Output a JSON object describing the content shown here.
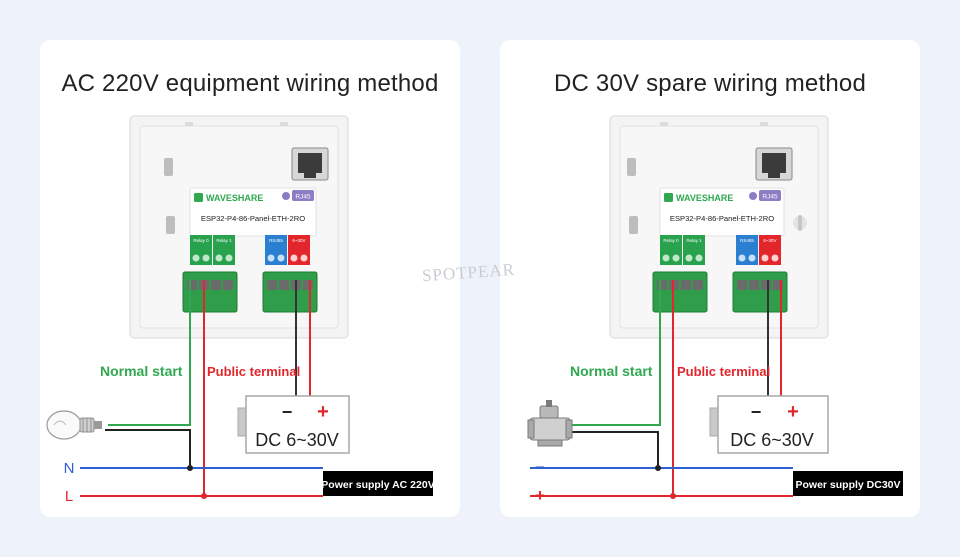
{
  "watermark": "SPOTPEAR",
  "left": {
    "title": "AC 220V equipment wiring method",
    "brand": "WAVESHARE",
    "port_badge": "RJ45",
    "model": "ESP32-P4-86-Panel-ETH-2RO",
    "relay0": "Relay 0",
    "relay1": "Relay 1",
    "rs485": "RS485",
    "power_in": "6~30V",
    "normal_label": "Normal start",
    "public_label": "Public terminal",
    "psu_minus": "−",
    "psu_plus": "+",
    "psu_text": "DC 6~30V",
    "line_n": "N",
    "line_l": "L",
    "supply_label": "Power supply AC 220V",
    "colors": {
      "green_wire": "#2fa84f",
      "red_wire": "#e1262c",
      "blue_wire": "#2f5fd0"
    }
  },
  "right": {
    "title": "DC 30V spare wiring method",
    "brand": "WAVESHARE",
    "port_badge": "RJ45",
    "model": "ESP32-P4-86-Panel-ETH-2RO",
    "relay0": "Relay 0",
    "relay1": "Relay 1",
    "rs485": "RS485",
    "power_in": "6~30V",
    "normal_label": "Normal start",
    "public_label": "Public terminal",
    "psu_minus": "−",
    "psu_plus": "+",
    "psu_text": "DC 6~30V",
    "line_n": "−",
    "line_l": "+",
    "supply_label": "Power supply DC30V",
    "colors": {
      "green_wire": "#2fa84f",
      "red_wire": "#e1262c",
      "blue_wire": "#2f5fd0"
    }
  }
}
